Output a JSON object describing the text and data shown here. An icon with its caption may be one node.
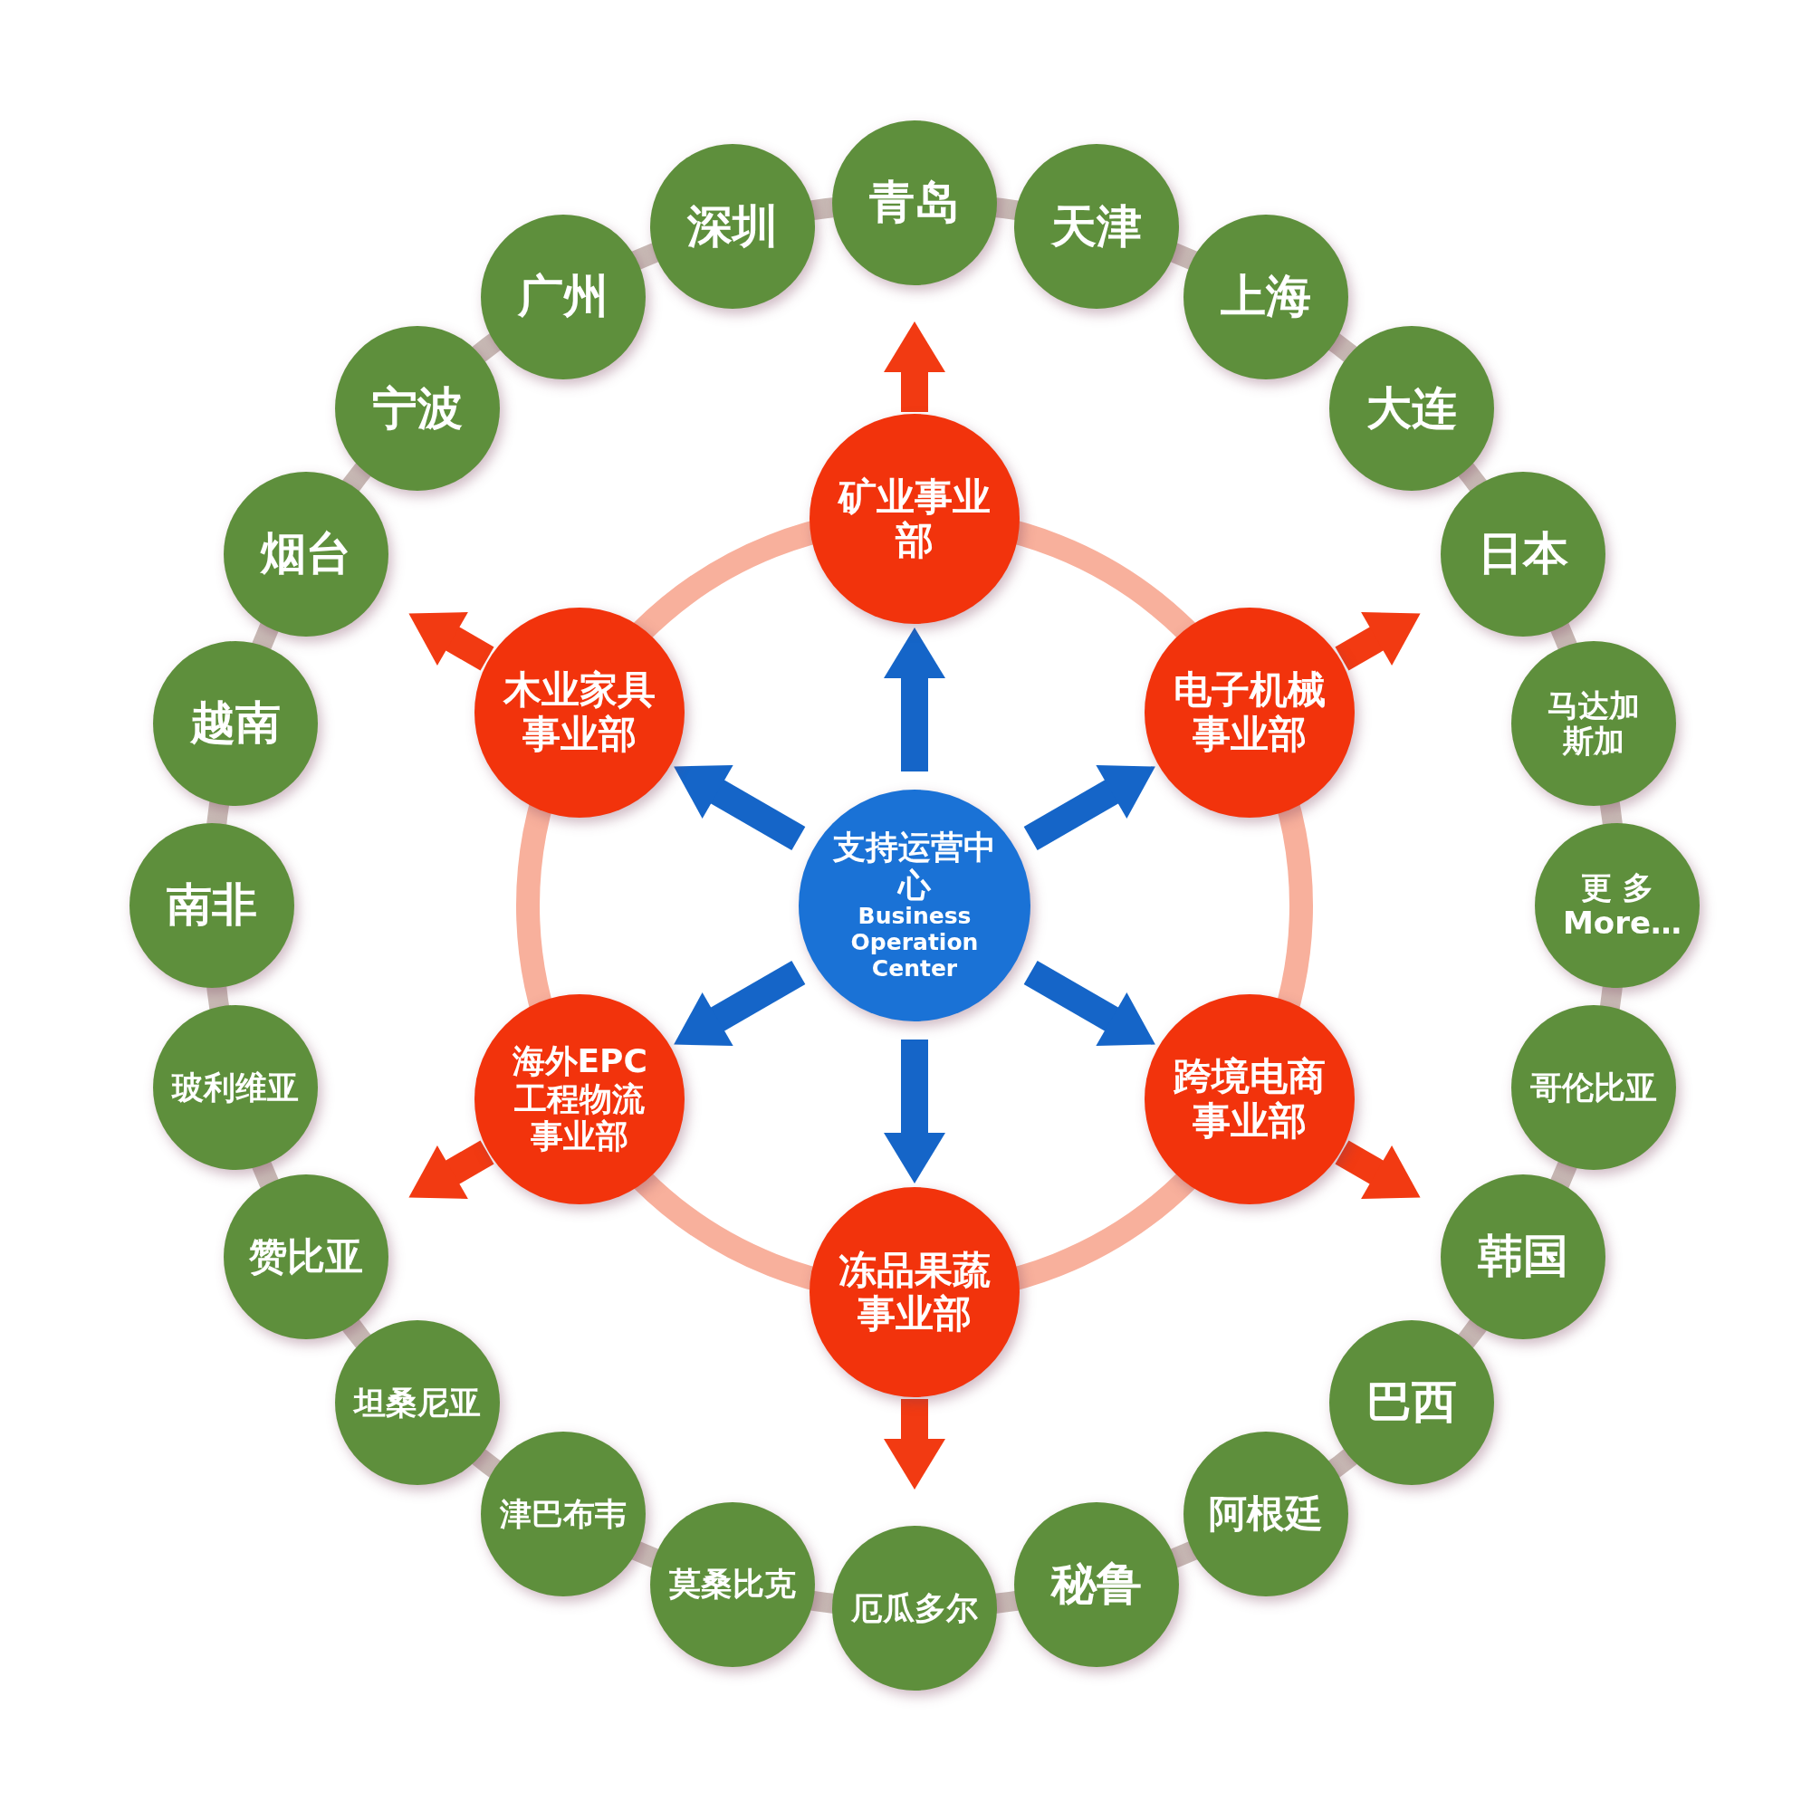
{
  "diagram": {
    "nodes": [
      {
        "text": [
          "支持运营中心",
          "Business Operation Center"
        ]
      },
      {
        "text": [
          "矿业事业部"
        ]
      },
      {
        "text": [
          "电子机械事业部"
        ]
      },
      {
        "text": [
          "跨境电商事业部"
        ]
      },
      {
        "text": [
          "冻品果蔬事业部"
        ]
      },
      {
        "text": [
          "海外EPC工程物流事业部"
        ]
      },
      {
        "text": [
          "木业家具事业部"
        ]
      },
      {
        "text": [
          "青岛"
        ]
      },
      {
        "text": [
          "天津"
        ]
      },
      {
        "text": [
          "上海"
        ]
      },
      {
        "text": [
          "大连"
        ]
      },
      {
        "text": [
          "日本"
        ]
      },
      {
        "text": [
          "马达加斯加"
        ]
      },
      {
        "text": [
          "更 多",
          "More…"
        ]
      },
      {
        "text": [
          "哥伦比亚"
        ]
      },
      {
        "text": [
          "韩国"
        ]
      },
      {
        "text": [
          "巴西"
        ]
      },
      {
        "text": [
          "阿根廷"
        ]
      },
      {
        "text": [
          "秘鲁"
        ]
      },
      {
        "text": [
          "厄瓜多尔"
        ]
      },
      {
        "text": [
          "莫桑比克"
        ]
      },
      {
        "text": [
          "津巴布韦"
        ]
      },
      {
        "text": [
          "坦桑尼亚"
        ]
      },
      {
        "text": [
          "赞比亚"
        ]
      },
      {
        "text": [
          "玻利维亚"
        ]
      },
      {
        "text": [
          "南非"
        ]
      },
      {
        "text": [
          "越南"
        ]
      },
      {
        "text": [
          "烟台"
        ]
      },
      {
        "text": [
          "宁波"
        ]
      },
      {
        "text": [
          "广州"
        ]
      },
      {
        "text": [
          "深圳"
        ]
      }
    ],
    "edges": [
      {
        "from": 0,
        "to": 1,
        "arrow": "to",
        "color": "#1565c8"
      },
      {
        "from": 0,
        "to": 2,
        "arrow": "to",
        "color": "#1565c8"
      },
      {
        "from": 0,
        "to": 3,
        "arrow": "to",
        "color": "#1565c8"
      },
      {
        "from": 0,
        "to": 4,
        "arrow": "to",
        "color": "#1565c8"
      },
      {
        "from": 0,
        "to": 5,
        "arrow": "to",
        "color": "#1565c8"
      },
      {
        "from": 0,
        "to": 6,
        "arrow": "to",
        "color": "#1565c8"
      },
      {
        "from": 1,
        "to": null,
        "arrow": "to",
        "color": "#f23a12"
      },
      {
        "from": 2,
        "to": null,
        "arrow": "to",
        "color": "#f23a12"
      },
      {
        "from": 3,
        "to": null,
        "arrow": "to",
        "color": "#f23a12"
      },
      {
        "from": 4,
        "to": null,
        "arrow": "to",
        "color": "#f23a12"
      },
      {
        "from": 5,
        "to": null,
        "arrow": "to",
        "color": "#f23a12"
      },
      {
        "from": 6,
        "to": null,
        "arrow": "to",
        "color": "#f23a12"
      }
    ]
  }
}
